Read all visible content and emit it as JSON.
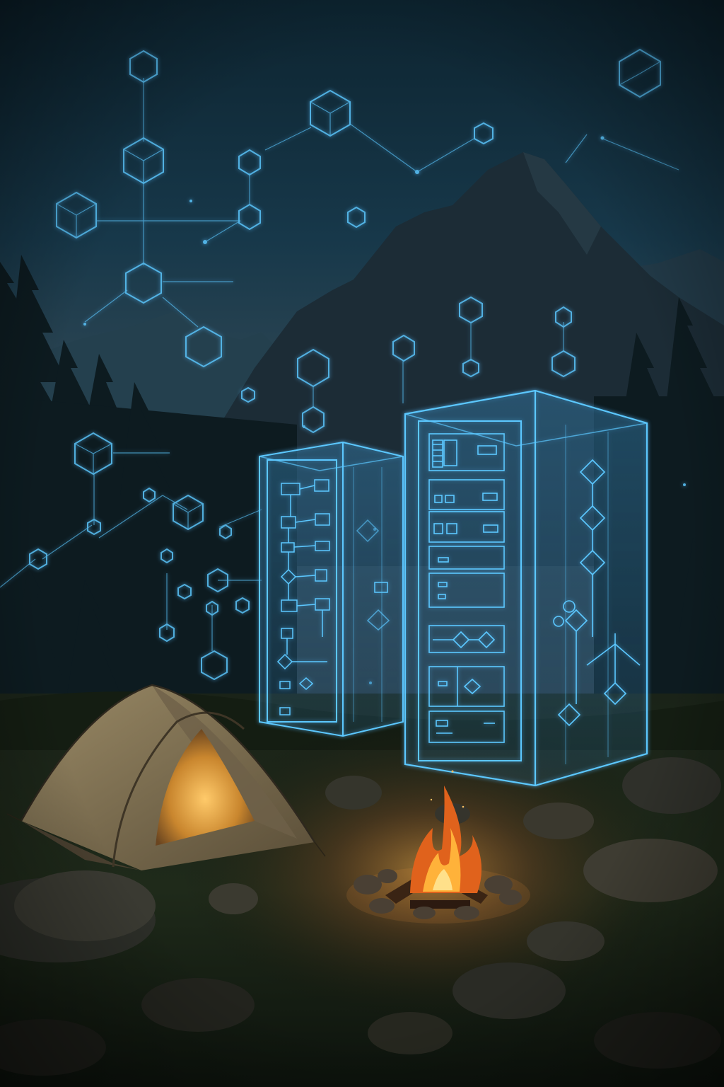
{
  "scene": {
    "subjects": [
      "mountain-peak",
      "conifer-forest",
      "tent",
      "campfire",
      "server-racks",
      "hexagon-network"
    ],
    "colors": {
      "sky_top": "#0f2a36",
      "sky_mid": "#1c3a48",
      "horizon_glow": "#c8773f",
      "mountain": "#1a2832",
      "mountain_far": "#2b4656",
      "forest": "#0c1a1e",
      "ground": "#1c2416",
      "hologram": "#5cc8ff",
      "tent_fabric": "#8a7a5a",
      "tent_glow": "#f0a040",
      "fire_core": "#ffd36a",
      "fire_outer": "#e0621c"
    }
  }
}
